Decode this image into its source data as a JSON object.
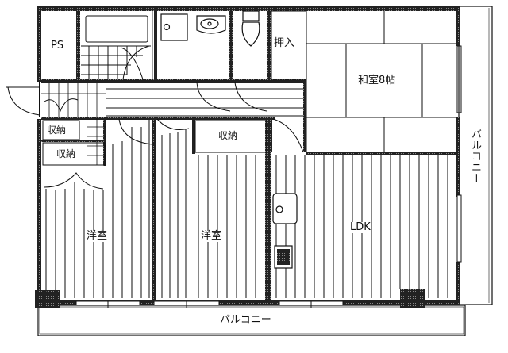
{
  "floor_plan": {
    "rooms": [
      {
        "id": "ps",
        "label": "PS"
      },
      {
        "id": "bath",
        "label": ""
      },
      {
        "id": "washroom",
        "label": ""
      },
      {
        "id": "toilet",
        "label": ""
      },
      {
        "id": "oshiire",
        "label": "押入"
      },
      {
        "id": "washitsu",
        "label": "和室8帖"
      },
      {
        "id": "storage1",
        "label": "収納"
      },
      {
        "id": "storage2",
        "label": "収納"
      },
      {
        "id": "storage3",
        "label": "収納"
      },
      {
        "id": "western1",
        "label": "洋室"
      },
      {
        "id": "western2",
        "label": "洋室"
      },
      {
        "id": "ldk",
        "label": "LDK"
      },
      {
        "id": "balcony_right",
        "label": "バルコニー"
      },
      {
        "id": "balcony_bottom",
        "label": "バルコニー"
      }
    ],
    "colors": {
      "line": "#111111",
      "wall": "#1a1a1a",
      "background": "#ffffff",
      "hatch": "#3a3a3a"
    }
  }
}
